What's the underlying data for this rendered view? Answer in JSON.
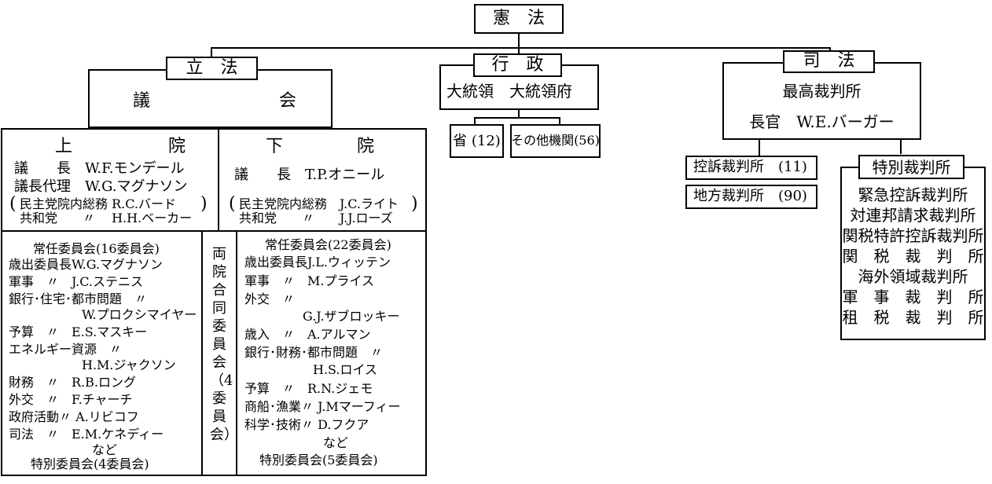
{
  "constitution": "憲　法",
  "legislative": {
    "title": "立　法",
    "congress": [
      "議",
      "会"
    ],
    "senate": {
      "title": [
        "上",
        "院"
      ],
      "rows": [
        "議　　長　W.F.モンデール",
        "議長代理　W.G.マグナソン",
        "民主党院内総務 R.C.バード",
        "共和党　　〃　 H.H.ベーカー"
      ],
      "committees": [
        "常任委員会(16委員会)",
        "歳出委員長W.G.マグナソン",
        "軍事　〃　J.C.ステニス",
        "銀行･住宅･都市問題　〃",
        "W.プロクシマイヤー",
        "予算　〃　E.S.マスキー",
        "エネルギー資源　〃",
        "H.M.ジャクソン",
        "財務　〃　R.B.ロング",
        "外交　〃　F.チャーチ",
        "政府活動〃 A.リビコフ",
        "司法　〃　E.M.ケネディー",
        "など",
        "特別委員会(4委員会)"
      ]
    },
    "house": {
      "title": [
        "下",
        "院"
      ],
      "rows": [
        "議　　長　T.P.オニール",
        "民主党院内総務　J.C.ライト",
        "共和党　　〃　　J.J.ローズ"
      ],
      "committees": [
        "常任委員会(22委員会)",
        "歳出委員長J.L.ウィッテン",
        "軍事　〃　M.プライス",
        "外交　〃",
        "G.J.ザブロッキー",
        "歳入　〃　A.アルマン",
        "銀行･財務･都市問題　〃",
        "H.S.ロイス",
        "予算　〃　R.N.ジェモ",
        "商船･漁業〃 J.Mマーフィー",
        "科学･技術〃 D.フクア",
        "など",
        "特別委員会(5委員会)"
      ]
    },
    "joint": "両院合同委員会（4委員会）"
  },
  "executive": {
    "title": "行　政",
    "president": "大統領　大統領府",
    "departments": "省 (12)",
    "other": "その他機関(56)"
  },
  "judicial": {
    "title": "司　法",
    "supreme": "最高裁判所",
    "chief": "長官　W.E.バーガー",
    "appeals": "控訴裁判所　(11)",
    "district": "地方裁判所　(90)",
    "special_title": "特別裁判所",
    "special": [
      "緊急控訴裁判所",
      "対連邦請求裁判所",
      "関税特許控訴裁判所",
      "関　税　裁　判　所",
      "海外領域裁判所",
      "軍　事　裁　判　所",
      "租　税　裁　判　所"
    ]
  }
}
